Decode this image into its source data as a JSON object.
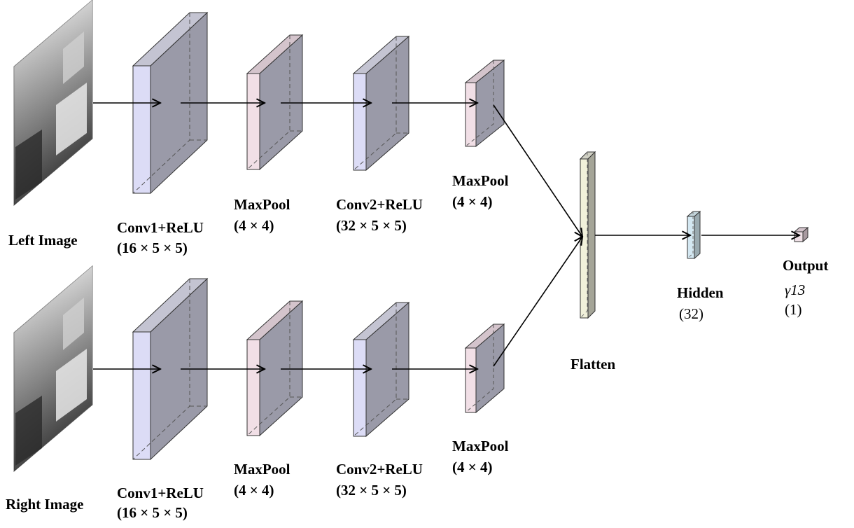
{
  "branches": {
    "left": {
      "input_label": "Left Image",
      "conv1": {
        "title": "Conv1+ReLU",
        "dims": "(16 × 5 × 5)"
      },
      "pool1": {
        "title": "MaxPool",
        "dims": "(4 × 4)"
      },
      "conv2": {
        "title": "Conv2+ReLU",
        "dims": "(32 × 5 × 5)"
      },
      "pool2": {
        "title": "MaxPool",
        "dims": "(4 × 4)"
      }
    },
    "right": {
      "input_label": "Right Image",
      "conv1": {
        "title": "Conv1+ReLU",
        "dims": "(16 × 5 × 5)"
      },
      "pool1": {
        "title": "MaxPool",
        "dims": "(4 × 4)"
      },
      "conv2": {
        "title": "Conv2+ReLU",
        "dims": "(32 × 5 × 5)"
      },
      "pool2": {
        "title": "MaxPool",
        "dims": "(4 × 4)"
      }
    }
  },
  "flatten": {
    "title": "Flatten"
  },
  "hidden": {
    "title": "Hidden",
    "dims": "(32)"
  },
  "output": {
    "title": "Output",
    "symbol": "γ13",
    "dims": "(1)"
  },
  "colors": {
    "conv_front": "#dcdcf6",
    "pool_front": "#f1dfe6",
    "block_side": "#9a9aa8",
    "flatten_front": "#f1f1da",
    "hidden_front": "#d4e8f2",
    "output_front": "#efe0e6"
  }
}
